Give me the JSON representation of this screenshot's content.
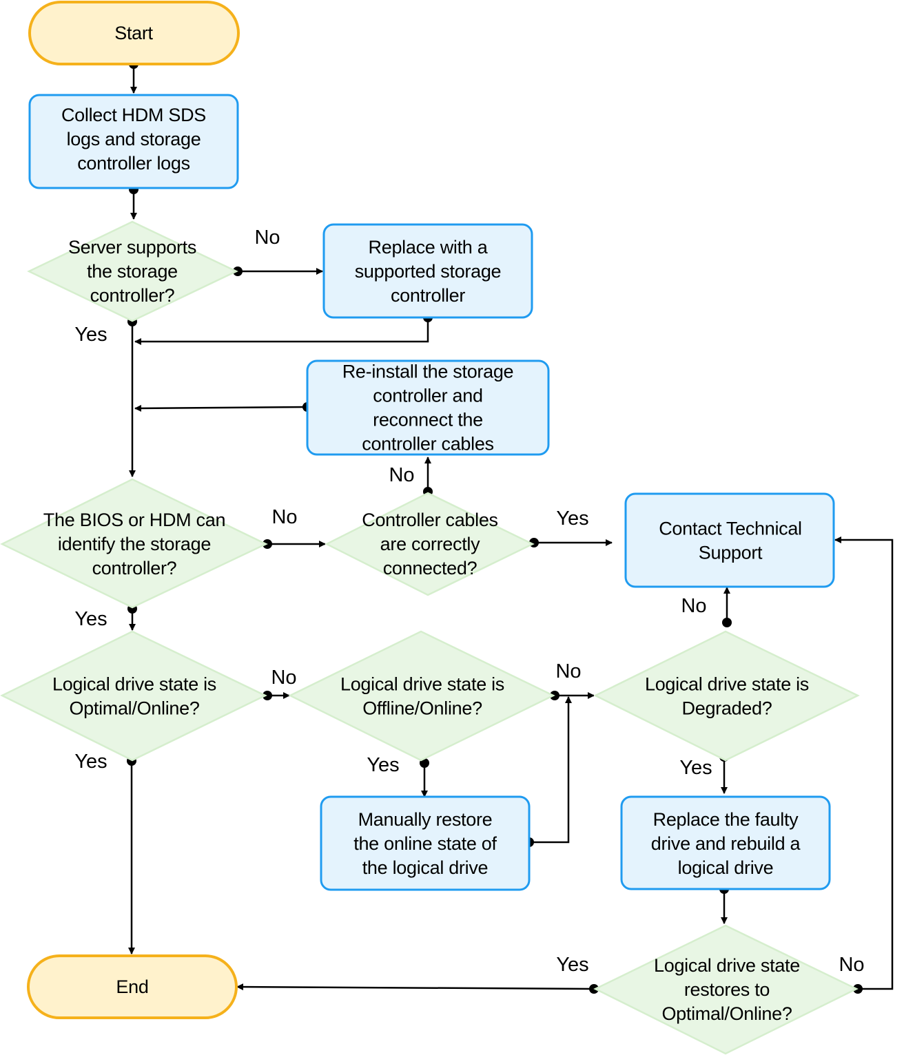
{
  "colors": {
    "terminal_fill": "#fff2cc",
    "terminal_stroke": "#f5b11b",
    "process_fill": "#e4f3fd",
    "process_stroke": "#1f9bf0",
    "decision_fill": "#e8f6e4",
    "decision_stroke": "#d5eecd",
    "line": "#000000"
  },
  "nodes": {
    "start": {
      "lines": [
        "Start"
      ]
    },
    "collect_logs": {
      "lines": [
        "Collect HDM SDS",
        "logs and storage",
        "controller logs"
      ]
    },
    "server_supports": {
      "lines": [
        "Server supports",
        "the storage",
        "controller?"
      ]
    },
    "replace_supported": {
      "lines": [
        "Replace with a",
        "supported storage",
        "controller"
      ]
    },
    "reinstall": {
      "lines": [
        "Re-install the storage",
        "controller and",
        "reconnect the",
        "controller cables"
      ]
    },
    "bios_identify": {
      "lines": [
        "The BIOS or HDM can",
        "identify the storage",
        "controller?"
      ]
    },
    "cables_connected": {
      "lines": [
        "Controller cables",
        "are correctly",
        "connected?"
      ]
    },
    "contact_support": {
      "lines": [
        "Contact Technical",
        "Support"
      ]
    },
    "state_optimal": {
      "lines": [
        "Logical drive state is",
        "Optimal/Online?"
      ]
    },
    "state_offline": {
      "lines": [
        "Logical drive state is",
        "Offline/Online?"
      ]
    },
    "state_degraded": {
      "lines": [
        "Logical drive state is",
        "Degraded?"
      ]
    },
    "manual_restore": {
      "lines": [
        "Manually  restore",
        "the online state of",
        "the logical drive"
      ]
    },
    "replace_faulty": {
      "lines": [
        "Replace the faulty",
        "drive and rebuild a",
        "logical drive"
      ]
    },
    "restores_optimal": {
      "lines": [
        "Logical drive state",
        "restores to",
        "Optimal/Online?"
      ]
    },
    "end": {
      "lines": [
        "End"
      ]
    }
  },
  "edge_labels": {
    "server_no": "No",
    "server_yes": "Yes",
    "cables_no": "No",
    "bios_no": "No",
    "cables_yes": "Yes",
    "bios_yes": "Yes",
    "degraded_no_up": "No",
    "optimal_no": "No",
    "offline_no": "No",
    "optimal_yes": "Yes",
    "offline_yes": "Yes",
    "degraded_yes": "Yes",
    "restores_yes": "Yes",
    "restores_no": "No"
  }
}
